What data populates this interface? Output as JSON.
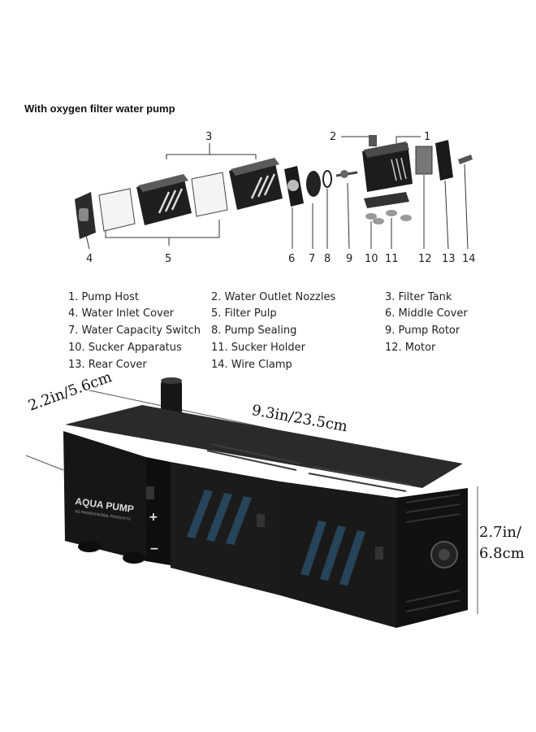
{
  "title": "With oxygen filter water pump",
  "callouts": [
    "1",
    "2",
    "3",
    "4",
    "5",
    "6",
    "7",
    "8",
    "9",
    "10",
    "11",
    "12",
    "13",
    "14"
  ],
  "parts": [
    "1. Pump Host",
    "2. Water Outlet Nozzles",
    "3. Filter Tank",
    "4. Water Inlet Cover",
    "5. Filter Pulp",
    "6. Middle Cover",
    "7. Water Capacity Switch",
    "8. Pump Sealing",
    "9. Pump Rotor",
    "10. Sucker Apparatus",
    "11. Sucker Holder",
    "12. Motor",
    "13. Rear Cover",
    "14. Wire Clamp"
  ],
  "dimensions": {
    "width": "2.2in/5.6cm",
    "length": "9.3in/23.5cm",
    "height_line1": "2.7in/",
    "height_line2": "6.8cm"
  },
  "product_logo": {
    "brand": "AQUA PUMP",
    "tagline": "SG PROFESSIONAL PRODUCTS"
  },
  "control_labels": {
    "plus": "+",
    "minus": "−"
  }
}
